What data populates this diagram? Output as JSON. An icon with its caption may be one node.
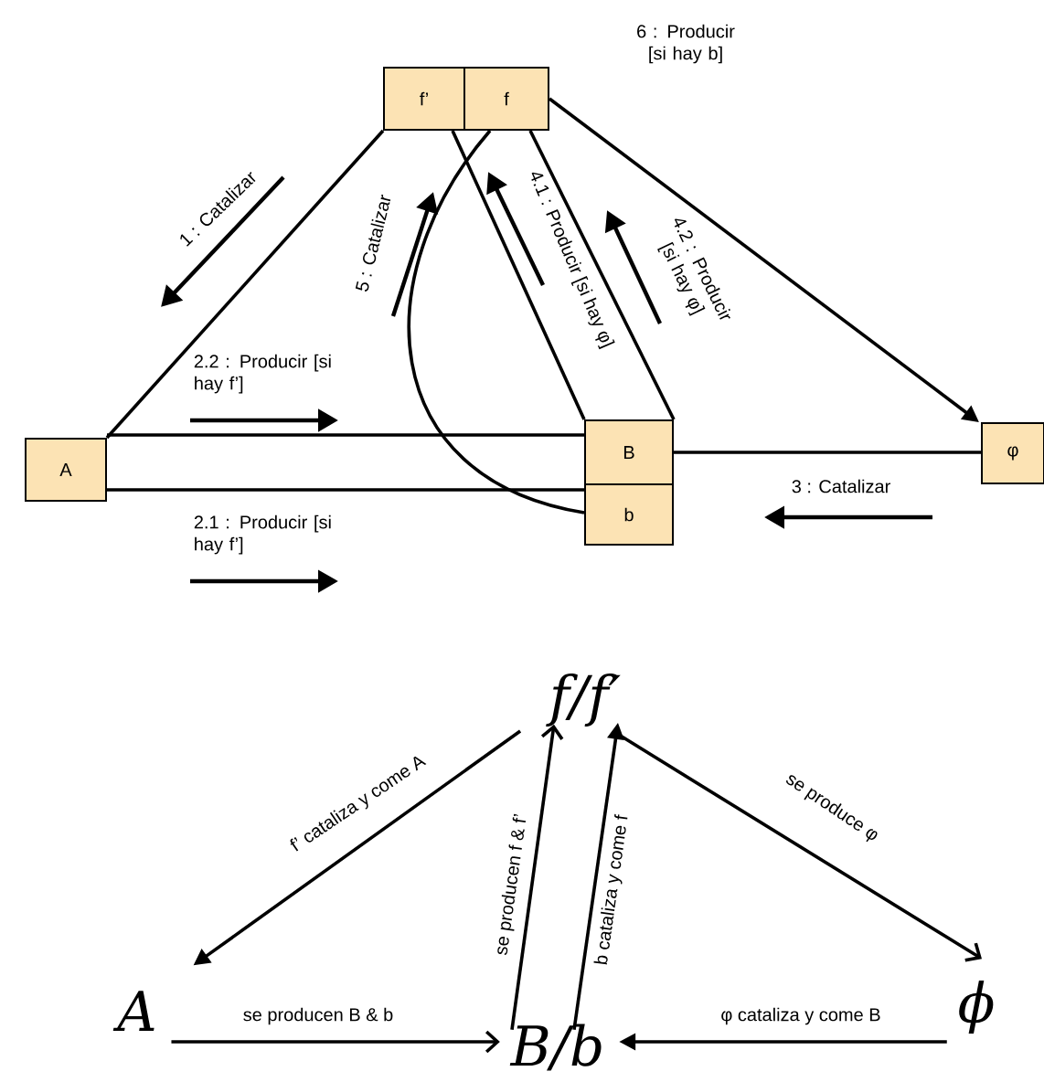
{
  "diagram": {
    "nodes": [
      {
        "text": [
          "f’"
        ]
      },
      {
        "text": [
          "f"
        ]
      },
      {
        "text": [
          "A"
        ]
      },
      {
        "text": [
          "B"
        ]
      },
      {
        "text": [
          "b"
        ]
      },
      {
        "text": [
          "φ"
        ]
      },
      {
        "text": [
          "f/f′"
        ]
      },
      {
        "text": [
          "A"
        ]
      },
      {
        "text": [
          "B/b"
        ]
      },
      {
        "text": [
          "ϕ"
        ]
      }
    ],
    "edges": [
      {
        "from": 0,
        "to": 2,
        "arrow": "none"
      },
      {
        "from": 2,
        "to": 3,
        "arrow": "none"
      },
      {
        "from": 2,
        "to": 4,
        "arrow": "none"
      },
      {
        "from": 0,
        "to": 3,
        "arrow": "none"
      },
      {
        "from": 1,
        "to": 3,
        "arrow": "none"
      },
      {
        "from": 1,
        "to": 4,
        "arrow": "none"
      },
      {
        "from": 1,
        "to": 5,
        "arrow": "to"
      },
      {
        "from": 3,
        "to": 5,
        "arrow": "none"
      },
      {
        "from": 6,
        "to": 7,
        "arrow": "to",
        "label": "f’ cataliza y come A"
      },
      {
        "from": 7,
        "to": 8,
        "arrow": "to",
        "label": "se producen B & b"
      },
      {
        "from": 8,
        "to": 6,
        "arrow": "to",
        "label": "se producen f & f’"
      },
      {
        "from": 8,
        "to": 6,
        "arrow": "to",
        "label": "b cataliza y come f"
      },
      {
        "from": 6,
        "to": 9,
        "arrow": "to",
        "label": "se produce φ"
      },
      {
        "from": 9,
        "to": 8,
        "arrow": "to",
        "label": "φ cataliza  y come B"
      }
    ],
    "labels": [
      "6 : Producir [si hay b]",
      "1 : Catalizar",
      "5 : Catalizar",
      "4.1 : Producir  [si hay φ]",
      "4.2 : Producir [si hay φ]",
      "2.2 : Producir [si hay f’]",
      "3 : Catalizar",
      "2.1 : Producir [si hay f’]"
    ]
  }
}
